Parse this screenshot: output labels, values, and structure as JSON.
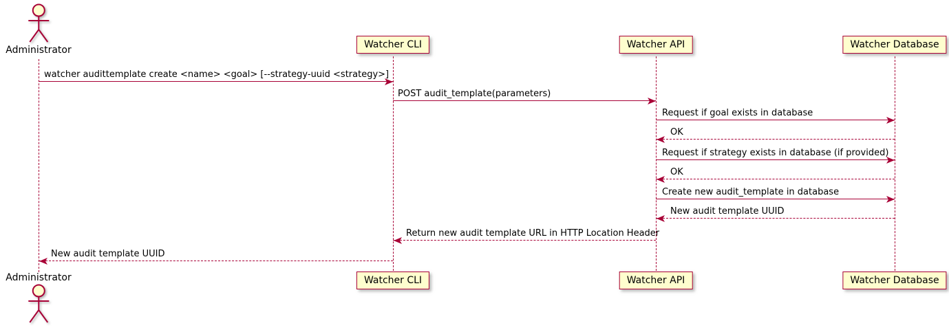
{
  "participants": [
    {
      "id": "administrator",
      "type": "actor",
      "label": "Administrator"
    },
    {
      "id": "watcher-cli",
      "type": "participant",
      "label": "Watcher CLI"
    },
    {
      "id": "watcher-api",
      "type": "participant",
      "label": "Watcher API"
    },
    {
      "id": "watcher-database",
      "type": "participant",
      "label": "Watcher Database"
    }
  ],
  "messages": [
    {
      "from": "Administrator",
      "to": "Watcher CLI",
      "style": "solid",
      "label": "watcher audittemplate create <name> <goal> [--strategy-uuid <strategy>]"
    },
    {
      "from": "Watcher CLI",
      "to": "Watcher API",
      "style": "solid",
      "label": "POST audit_template(parameters)"
    },
    {
      "from": "Watcher API",
      "to": "Watcher Database",
      "style": "solid",
      "label": "Request if goal exists in database"
    },
    {
      "from": "Watcher Database",
      "to": "Watcher API",
      "style": "dashed",
      "label": "OK"
    },
    {
      "from": "Watcher API",
      "to": "Watcher Database",
      "style": "solid",
      "label": "Request if strategy exists in database (if provided)"
    },
    {
      "from": "Watcher Database",
      "to": "Watcher API",
      "style": "dashed",
      "label": "OK"
    },
    {
      "from": "Watcher API",
      "to": "Watcher Database",
      "style": "solid",
      "label": "Create new audit_template in database"
    },
    {
      "from": "Watcher Database",
      "to": "Watcher API",
      "style": "dashed",
      "label": "New audit template UUID"
    },
    {
      "from": "Watcher API",
      "to": "Watcher CLI",
      "style": "dashed",
      "label": "Return new audit template URL in HTTP Location Header"
    },
    {
      "from": "Watcher CLI",
      "to": "Administrator",
      "style": "dashed",
      "label": "New audit template UUID"
    }
  ],
  "colors": {
    "line": "#A80036",
    "participant_fill": "#FEFECE",
    "text": "#000000",
    "background": "#FFFFFF"
  }
}
